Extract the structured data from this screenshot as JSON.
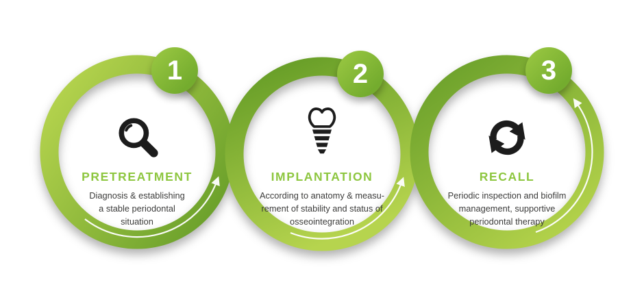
{
  "steps": [
    {
      "number": "1",
      "title": "PRETREATMENT",
      "description": "Diagnosis & establishing\na stable periodontal\nsituation",
      "icon": "magnifier-icon"
    },
    {
      "number": "2",
      "title": "IMPLANTATION",
      "description": "According to anatomy & measu-\nrement of stability and status of\nosseointegration",
      "icon": "implant-icon"
    },
    {
      "number": "3",
      "title": "RECALL",
      "description": "Periodic inspection and biofilm\nmanagement, supportive\nperiodontal therapy",
      "icon": "recycle-arrows-icon"
    }
  ],
  "colors": {
    "ring_light": "#b6d44e",
    "ring_dark": "#699f2a",
    "badge_green": "#7cb335",
    "title_green": "#8dc63f",
    "text_dark": "#3c3c3b",
    "icon_black": "#1c1c1c",
    "background": "#ffffff"
  }
}
